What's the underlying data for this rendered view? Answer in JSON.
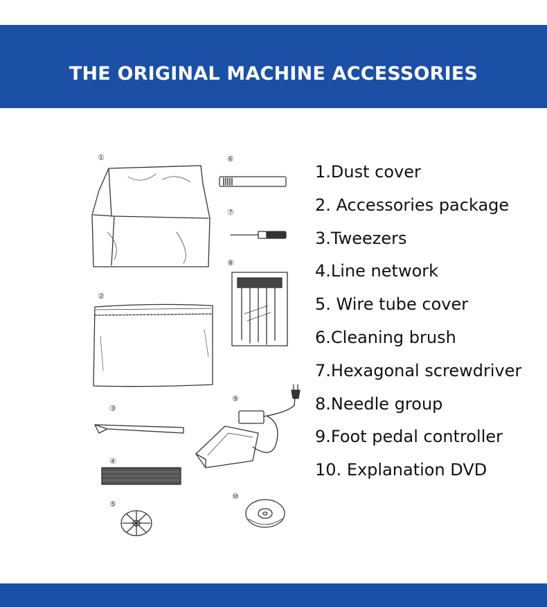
{
  "header": {
    "title": "THE ORIGINAL MACHINE ACCESSORIES",
    "color": "#1c4fa6"
  },
  "accessories": [
    {
      "number": "1.",
      "name": "Dust cover",
      "marker": "①",
      "icon": "dust-cover"
    },
    {
      "number": "2.",
      "name": "Accessories package",
      "marker": "②",
      "icon": "accessories-package"
    },
    {
      "number": "3.",
      "name": "Tweezers",
      "marker": "③",
      "icon": "tweezers"
    },
    {
      "number": "4.",
      "name": "Line network",
      "marker": "④",
      "icon": "line-network"
    },
    {
      "number": "5.",
      "name": "Wire tube cover",
      "marker": "⑤",
      "icon": "wire-tube-cover"
    },
    {
      "number": "6.",
      "name": "Cleaning brush",
      "marker": "⑥",
      "icon": "cleaning-brush"
    },
    {
      "number": "7.",
      "name": "Hexagonal screwdriver",
      "marker": "⑦",
      "icon": "screwdriver"
    },
    {
      "number": "8.",
      "name": "Needle group",
      "marker": "⑧",
      "icon": "needle-group"
    },
    {
      "number": "9.",
      "name": "Foot pedal controller",
      "marker": "⑨",
      "icon": "foot-pedal"
    },
    {
      "number": "10.",
      "name": "Explanation DVD",
      "marker": "⑩",
      "icon": "dvd"
    }
  ]
}
